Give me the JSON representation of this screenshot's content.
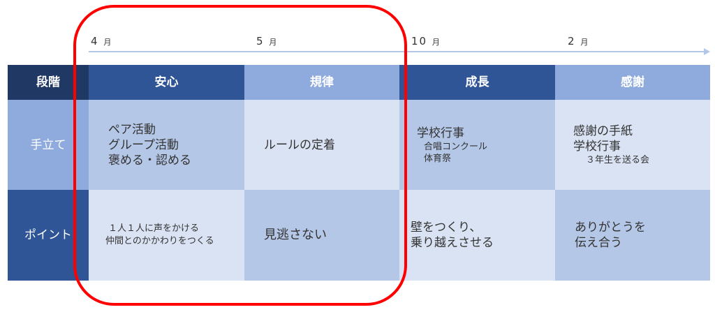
{
  "timeline": {
    "months": [
      {
        "num": "4",
        "unit": "月"
      },
      {
        "num": "5",
        "unit": "月"
      },
      {
        "num": "10",
        "unit": "月"
      },
      {
        "num": "2",
        "unit": "月"
      }
    ]
  },
  "table": {
    "header": {
      "label": "段階",
      "stages": [
        "安心",
        "規律",
        "成長",
        "感謝"
      ]
    },
    "rows": [
      {
        "label": "手立て",
        "cells": [
          {
            "lines": [
              "ペア活動",
              "グループ活動",
              "褒める・認める"
            ]
          },
          {
            "lines": [
              "ルールの定着"
            ]
          },
          {
            "lines": [
              "学校行事"
            ],
            "sub": [
              "合唱コンクール",
              "体育祭"
            ]
          },
          {
            "lines": [
              "感謝の手紙",
              "学校行事"
            ],
            "sub": [
              "３年生を送る会"
            ]
          }
        ]
      },
      {
        "label": "ポイント",
        "cells": [
          {
            "lines": [
              "１人１人に声をかける",
              "仲間とのかかわりをつくる"
            ]
          },
          {
            "lines": [
              "見逃さない"
            ]
          },
          {
            "lines": [
              "壁をつくり、",
              "乗り越えさせる"
            ]
          },
          {
            "lines": [
              "ありがとうを",
              "伝え合う"
            ]
          }
        ]
      }
    ]
  },
  "colors": {
    "dark_navy": "#203864",
    "navy": "#2f5597",
    "mid_blue": "#8faadc",
    "light_blue": "#b4c7e7",
    "pale_blue": "#dae3f3",
    "highlight": "#ff0000"
  }
}
